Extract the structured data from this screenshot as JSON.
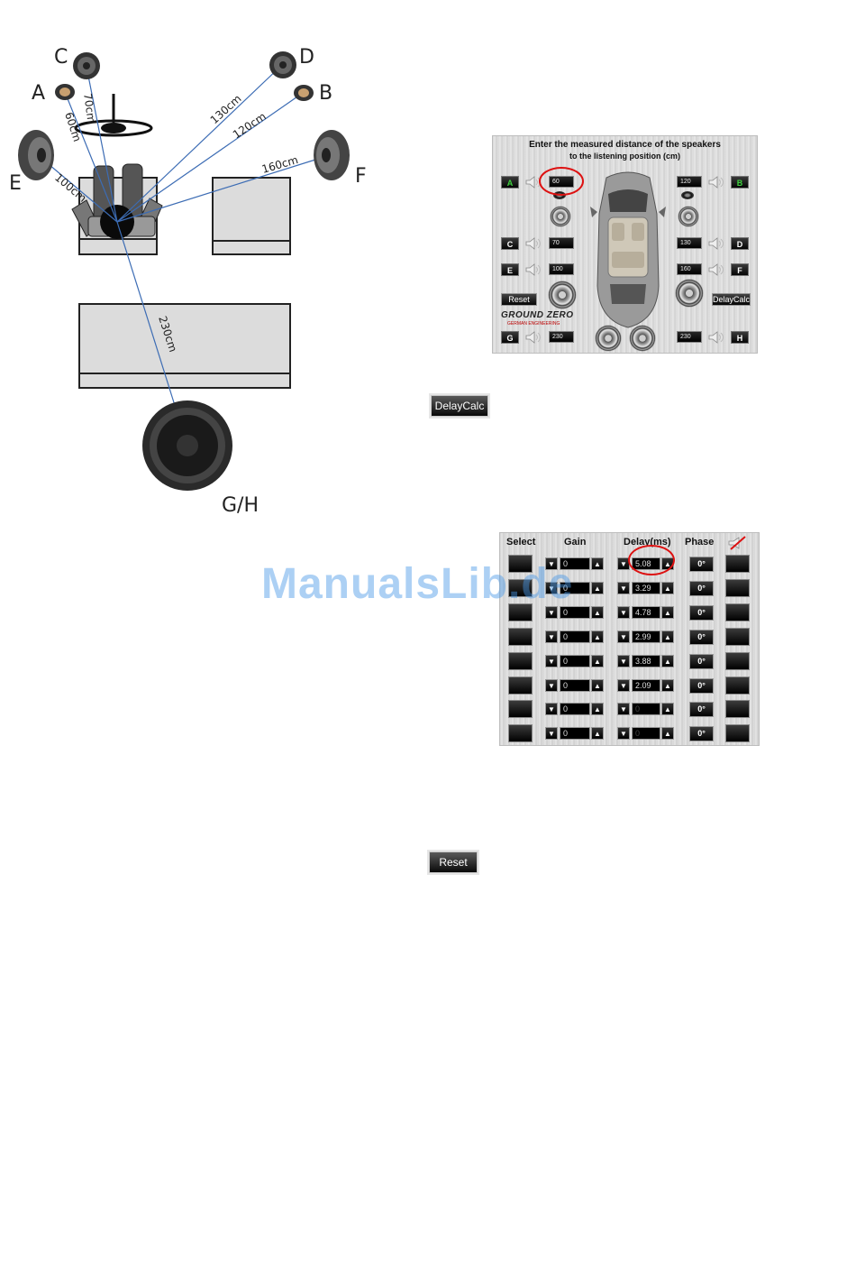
{
  "diagram": {
    "speakers": [
      {
        "letter": "A",
        "distance": "60cm"
      },
      {
        "letter": "B",
        "distance": "120cm"
      },
      {
        "letter": "C",
        "distance": "70cm"
      },
      {
        "letter": "D",
        "distance": "130cm"
      },
      {
        "letter": "E",
        "distance": "100cm"
      },
      {
        "letter": "F",
        "distance": "160cm"
      }
    ],
    "sub_label": "G/H",
    "sub_distance": "230cm"
  },
  "distance_panel": {
    "title_line1": "Enter the measured distance of the speakers",
    "title_line2": "to the listening position (cm)",
    "channels": [
      {
        "letter": "A",
        "value": "60"
      },
      {
        "letter": "B",
        "value": "120"
      },
      {
        "letter": "C",
        "value": "70"
      },
      {
        "letter": "D",
        "value": "130"
      },
      {
        "letter": "E",
        "value": "100"
      },
      {
        "letter": "F",
        "value": "160"
      },
      {
        "letter": "G",
        "value": "230"
      },
      {
        "letter": "H",
        "value": "230"
      }
    ],
    "reset_label": "Reset",
    "delaycalc_label": "DelayCalc",
    "logo_text": "GROUND ZERO",
    "logo_sub": "GERMAN ENGINEERING"
  },
  "buttons": {
    "delaycalc_label": "DelayCalc",
    "reset_label": "Reset"
  },
  "delay_panel": {
    "headers": {
      "select": "Select",
      "gain": "Gain",
      "delay": "Delay(ms)",
      "phase": "Phase"
    },
    "rows": [
      {
        "gain": "0",
        "delay": "5.08",
        "phase": "0°",
        "delay_dim": false
      },
      {
        "gain": "0",
        "delay": "3.29",
        "phase": "0°",
        "delay_dim": false
      },
      {
        "gain": "0",
        "delay": "4.78",
        "phase": "0°",
        "delay_dim": false
      },
      {
        "gain": "0",
        "delay": "2.99",
        "phase": "0°",
        "delay_dim": false
      },
      {
        "gain": "0",
        "delay": "3.88",
        "phase": "0°",
        "delay_dim": false
      },
      {
        "gain": "0",
        "delay": "2.09",
        "phase": "0°",
        "delay_dim": false
      },
      {
        "gain": "0",
        "delay": "0",
        "phase": "0°",
        "delay_dim": true
      },
      {
        "gain": "0",
        "delay": "0",
        "phase": "0°",
        "delay_dim": true
      }
    ]
  },
  "watermark": "ManualsLib.de",
  "colors": {
    "accent_circle": "#d11111",
    "line": "#3c6cb4",
    "green_channel": "#3fd33f",
    "watermark": "#4696e6"
  }
}
